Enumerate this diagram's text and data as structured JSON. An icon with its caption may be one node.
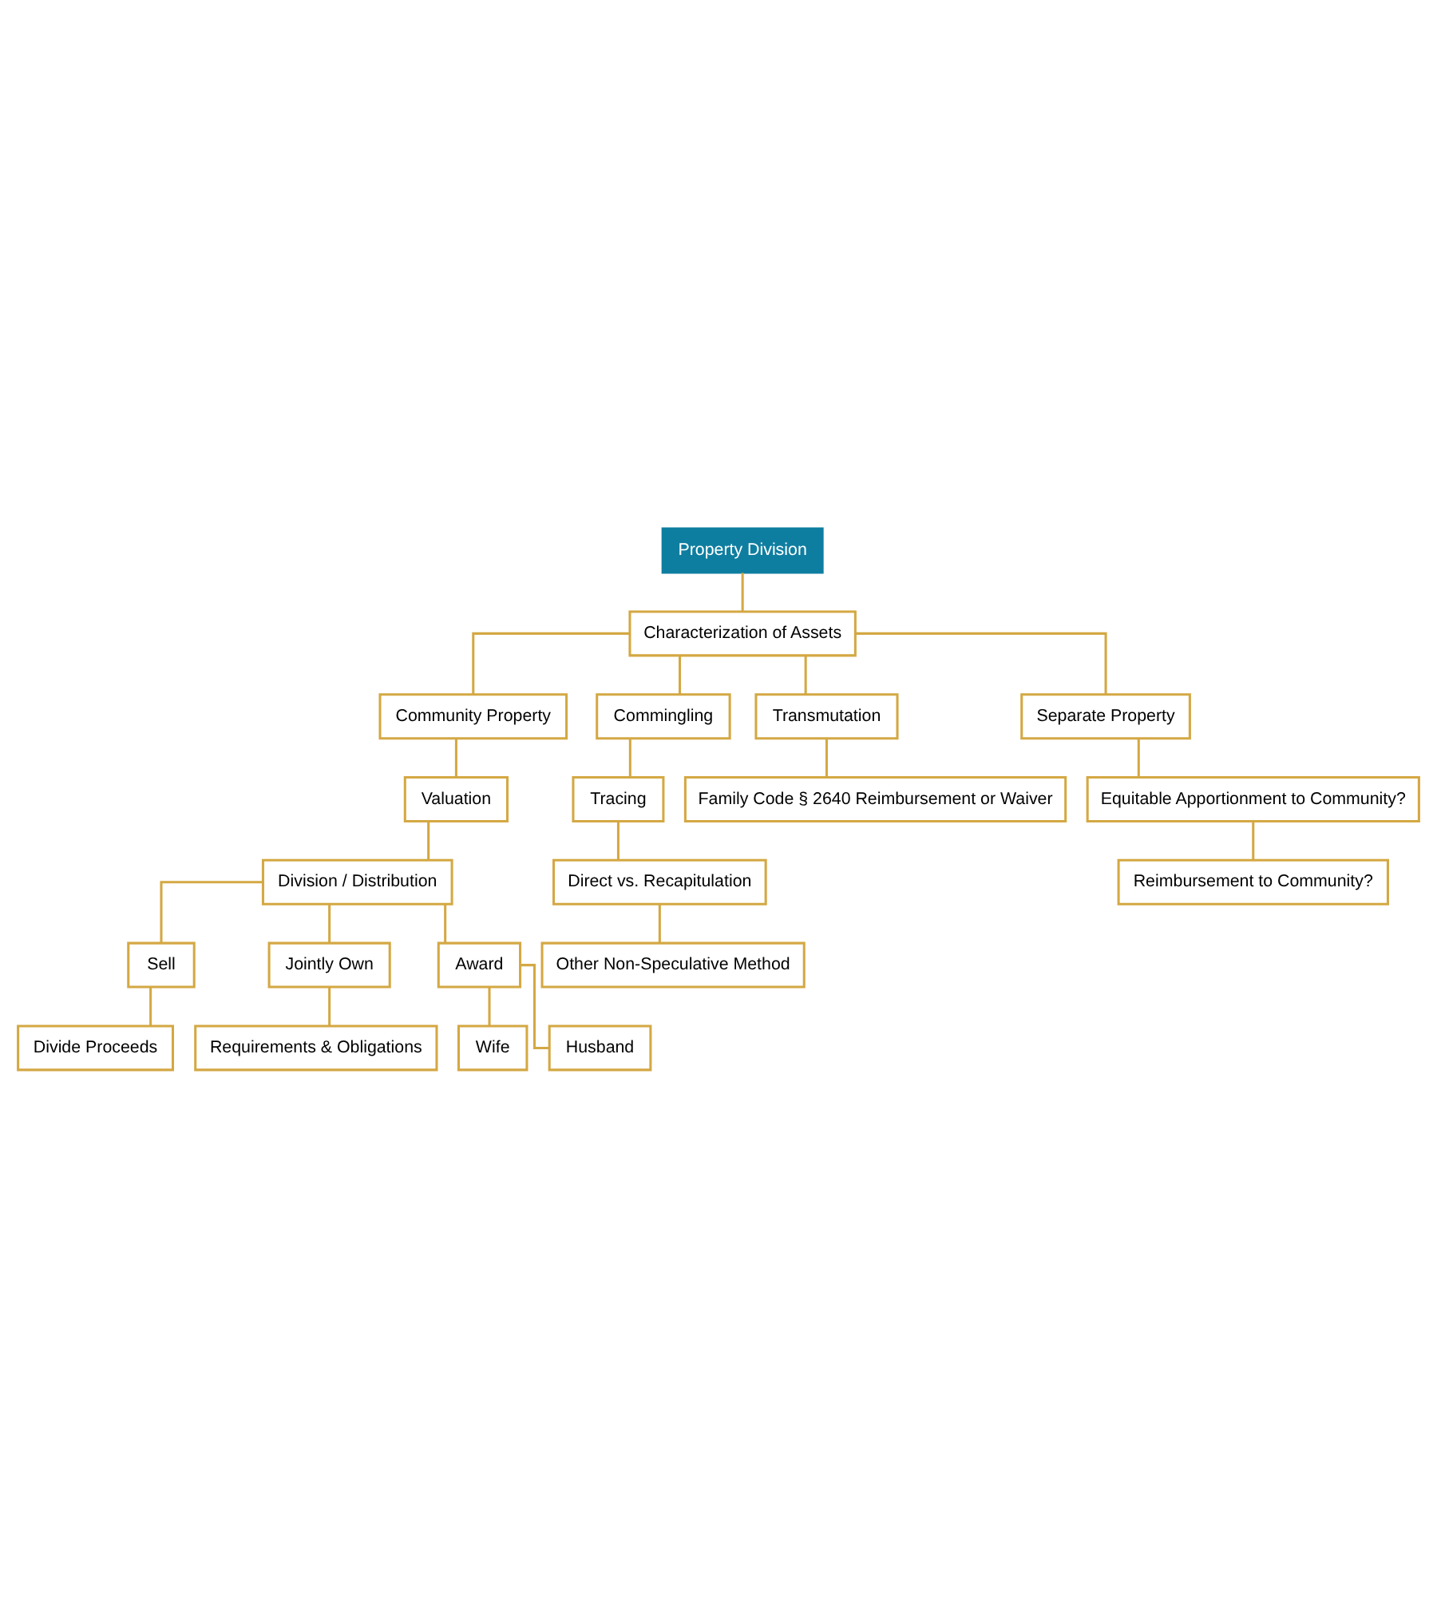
{
  "diagram": {
    "nodes": [
      {
        "text": [
          "Property Division"
        ]
      },
      {
        "text": [
          "Characterization of Assets"
        ]
      },
      {
        "text": [
          "Community Property"
        ]
      },
      {
        "text": [
          "Commingling"
        ]
      },
      {
        "text": [
          "Transmutation"
        ]
      },
      {
        "text": [
          "Separate Property"
        ]
      },
      {
        "text": [
          "Valuation"
        ]
      },
      {
        "text": [
          "Division / Distribution"
        ]
      },
      {
        "text": [
          "Sell"
        ]
      },
      {
        "text": [
          "Jointly Own"
        ]
      },
      {
        "text": [
          "Award"
        ]
      },
      {
        "text": [
          "Divide Proceeds"
        ]
      },
      {
        "text": [
          "Requirements & Obligations"
        ]
      },
      {
        "text": [
          "Wife"
        ]
      },
      {
        "text": [
          "Husband"
        ]
      },
      {
        "text": [
          "Tracing"
        ]
      },
      {
        "text": [
          "Direct vs. Recapitulation"
        ]
      },
      {
        "text": [
          "Other Non-Speculative Method"
        ]
      },
      {
        "text": [
          "Family Code § 2640 Reimbursement or Waiver"
        ]
      },
      {
        "text": [
          "Equitable Apportionment to Community?"
        ]
      },
      {
        "text": [
          "Reimbursement to Community?"
        ]
      }
    ],
    "edges": [
      {
        "from": 0,
        "to": 1,
        "arrow": "none"
      },
      {
        "from": 1,
        "to": 2,
        "arrow": "none"
      },
      {
        "from": 1,
        "to": 3,
        "arrow": "none"
      },
      {
        "from": 1,
        "to": 4,
        "arrow": "none"
      },
      {
        "from": 1,
        "to": 5,
        "arrow": "none"
      },
      {
        "from": 2,
        "to": 6,
        "arrow": "none"
      },
      {
        "from": 6,
        "to": 7,
        "arrow": "none"
      },
      {
        "from": 7,
        "to": 8,
        "arrow": "none"
      },
      {
        "from": 7,
        "to": 9,
        "arrow": "none"
      },
      {
        "from": 7,
        "to": 10,
        "arrow": "none"
      },
      {
        "from": 8,
        "to": 11,
        "arrow": "none"
      },
      {
        "from": 9,
        "to": 12,
        "arrow": "none"
      },
      {
        "from": 10,
        "to": 13,
        "arrow": "none"
      },
      {
        "from": 10,
        "to": 14,
        "arrow": "none"
      },
      {
        "from": 3,
        "to": 15,
        "arrow": "none"
      },
      {
        "from": 15,
        "to": 16,
        "arrow": "none"
      },
      {
        "from": 16,
        "to": 17,
        "arrow": "none"
      },
      {
        "from": 4,
        "to": 18,
        "arrow": "none"
      },
      {
        "from": 5,
        "to": 19,
        "arrow": "none"
      },
      {
        "from": 19,
        "to": 20,
        "arrow": "none"
      }
    ]
  }
}
